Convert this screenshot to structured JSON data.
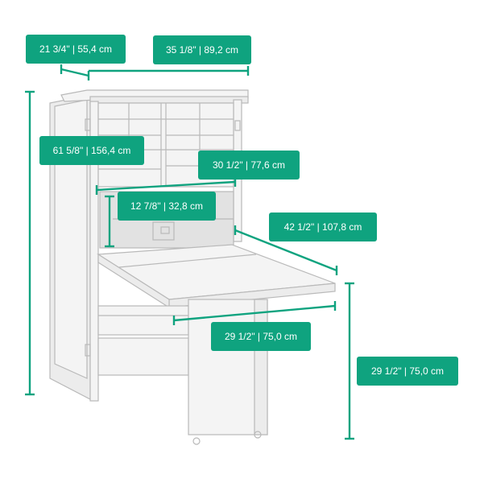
{
  "accent_color": "#0fa37f",
  "outline_color": "#b9b9b9",
  "dimensions": {
    "depth": "21 3/4\" | 55,4 cm",
    "width": "35 1/8\" | 89,2 cm",
    "height": "61 5/8\" | 156,4 cm",
    "interior_width": "30 1/2\" | 77,6 cm",
    "interior_depth": "12 7/8\" | 32,8 cm",
    "table_length": "42 1/2\" | 107,8 cm",
    "table_width": "29 1/2\" | 75,0 cm",
    "table_height": "29 1/2\" | 75,0 cm"
  }
}
